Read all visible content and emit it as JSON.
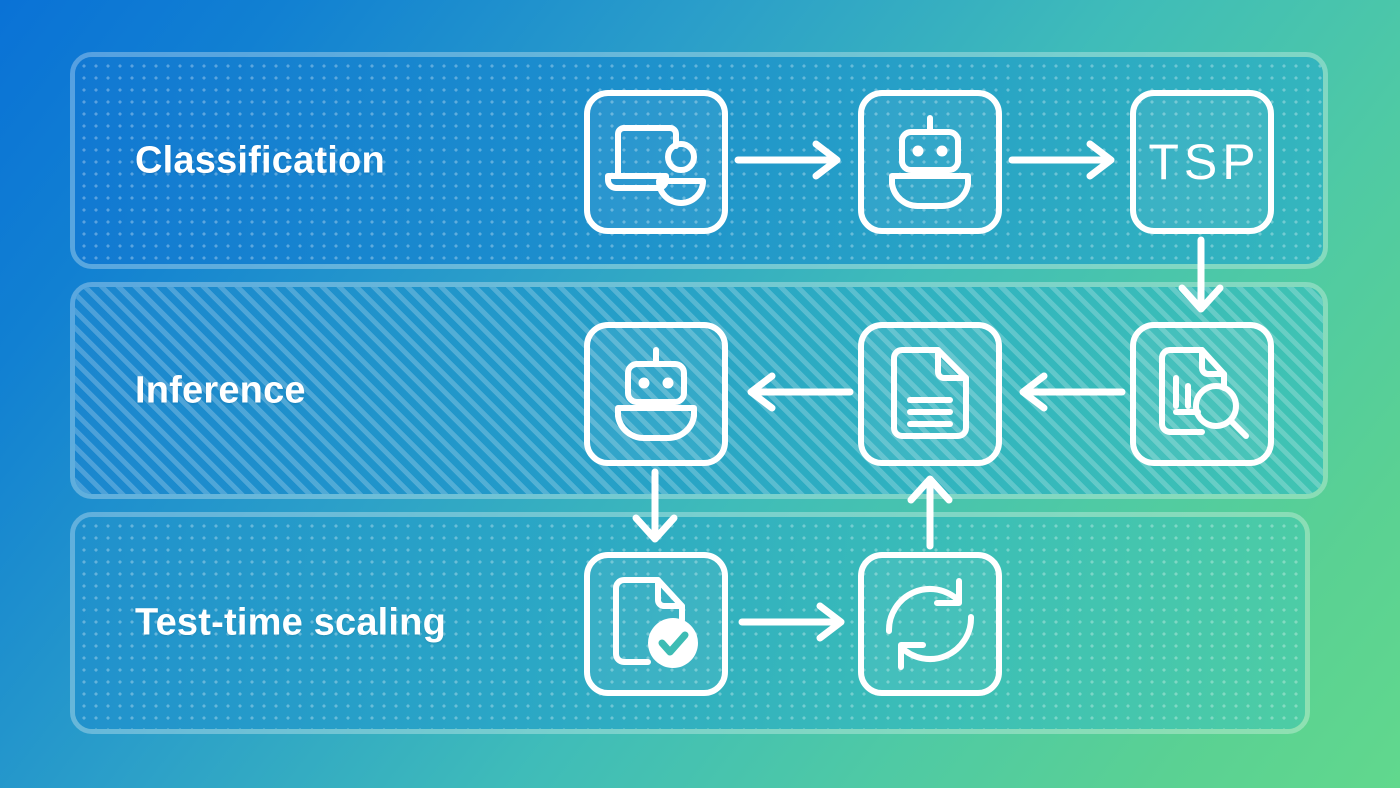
{
  "diagram": {
    "title": "Classification / Inference / Test-time scaling pipeline",
    "background": {
      "gradient_from": "#0a72d6",
      "gradient_to": "#61d88d"
    },
    "bands": [
      {
        "id": "classification",
        "label": "Classification",
        "pattern": "dots",
        "fill_from": "#1178d2",
        "fill_to": "#35b7bd"
      },
      {
        "id": "inference",
        "label": "Inference",
        "pattern": "diagonal-stripes",
        "fill_from": "#1a85cf",
        "fill_to": "#41c4b2"
      },
      {
        "id": "scaling",
        "label": "Test-time scaling",
        "pattern": "dots",
        "fill_from": "#2090cd",
        "fill_to": "#4ecda4"
      }
    ],
    "nodes": [
      {
        "id": "user-laptop",
        "icon": "laptop-user-icon",
        "row": "classification",
        "text": ""
      },
      {
        "id": "robot-top",
        "icon": "robot-icon",
        "row": "classification",
        "text": ""
      },
      {
        "id": "tsp",
        "icon": "text-label",
        "row": "classification",
        "text": "TSP"
      },
      {
        "id": "doc-analysis",
        "icon": "document-search-icon",
        "row": "inference",
        "text": ""
      },
      {
        "id": "document",
        "icon": "document-icon",
        "row": "inference",
        "text": ""
      },
      {
        "id": "robot-mid",
        "icon": "robot-icon",
        "row": "inference",
        "text": ""
      },
      {
        "id": "doc-check",
        "icon": "document-check-icon",
        "row": "scaling",
        "text": ""
      },
      {
        "id": "refresh",
        "icon": "refresh-cycle-icon",
        "row": "scaling",
        "text": ""
      }
    ],
    "arrows": [
      {
        "id": "arrow-1",
        "direction": "right",
        "from": "user-laptop",
        "to": "robot-top"
      },
      {
        "id": "arrow-2",
        "direction": "right",
        "from": "robot-top",
        "to": "tsp"
      },
      {
        "id": "arrow-3",
        "direction": "down",
        "from": "tsp",
        "to": "doc-analysis"
      },
      {
        "id": "arrow-4",
        "direction": "left",
        "from": "doc-analysis",
        "to": "document"
      },
      {
        "id": "arrow-5",
        "direction": "left",
        "from": "document",
        "to": "robot-mid"
      },
      {
        "id": "arrow-6",
        "direction": "down",
        "from": "robot-mid",
        "to": "doc-check"
      },
      {
        "id": "arrow-7",
        "direction": "up",
        "from": "refresh",
        "to": "document"
      },
      {
        "id": "arrow-8",
        "direction": "right",
        "from": "doc-check",
        "to": "refresh"
      }
    ],
    "colors": {
      "stroke": "#ffffff",
      "band_border": "rgba(255,255,255,0.30)"
    }
  }
}
